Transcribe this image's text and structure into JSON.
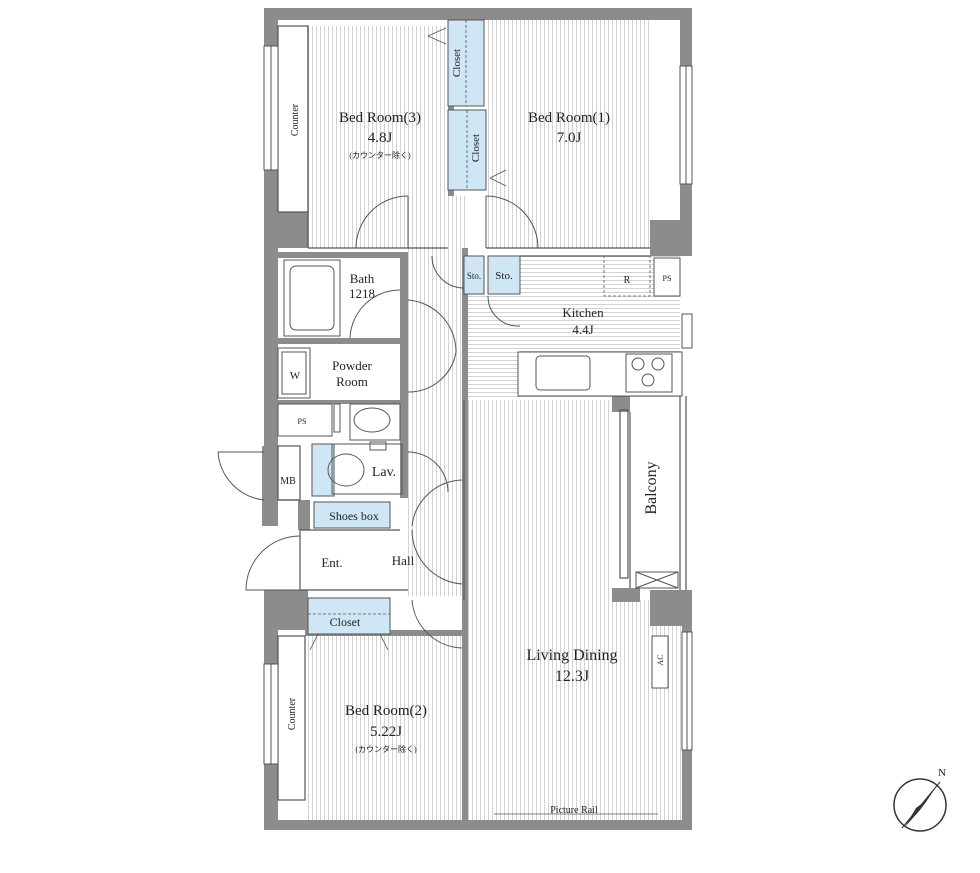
{
  "rooms": {
    "bed3": {
      "name": "Bed Room(3)",
      "size": "4.8J",
      "note": "(カウンター除く)"
    },
    "bed1": {
      "name": "Bed Room(1)",
      "size": "7.0J"
    },
    "bed2": {
      "name": "Bed Room(2)",
      "size": "5.22J",
      "note": "(カウンター除く)"
    },
    "kitchen": {
      "name": "Kitchen",
      "size": "4.4J"
    },
    "living": {
      "name": "Living Dining",
      "size": "12.3J"
    },
    "bath": {
      "name": "Bath",
      "size": "1218"
    },
    "powder": {
      "line1": "Powder",
      "line2": "Room"
    },
    "lav": "Lav.",
    "hall": "Hall",
    "ent": "Ent.",
    "balcony": "Balcony"
  },
  "fixtures": {
    "counter_top": "Counter",
    "counter_bottom": "Counter",
    "closet_top": "Closet",
    "closet_mid": "Closet",
    "closet_bed2": "Closet",
    "sto1": "Sto.",
    "sto2": "Sto.",
    "fridge": "R",
    "ps_kitchen": "PS",
    "ps_powder": "PS",
    "washer": "W",
    "meter_box": "MB",
    "shoes_box": "Shoes box",
    "ac": "AC",
    "picture_rail": "Picture Rail"
  },
  "compass": {
    "north": "N"
  },
  "colors": {
    "wall": "#8c8c8c",
    "closet": "#cfe6f5",
    "floor_line": "#c4c4c4",
    "text": "#222222"
  }
}
